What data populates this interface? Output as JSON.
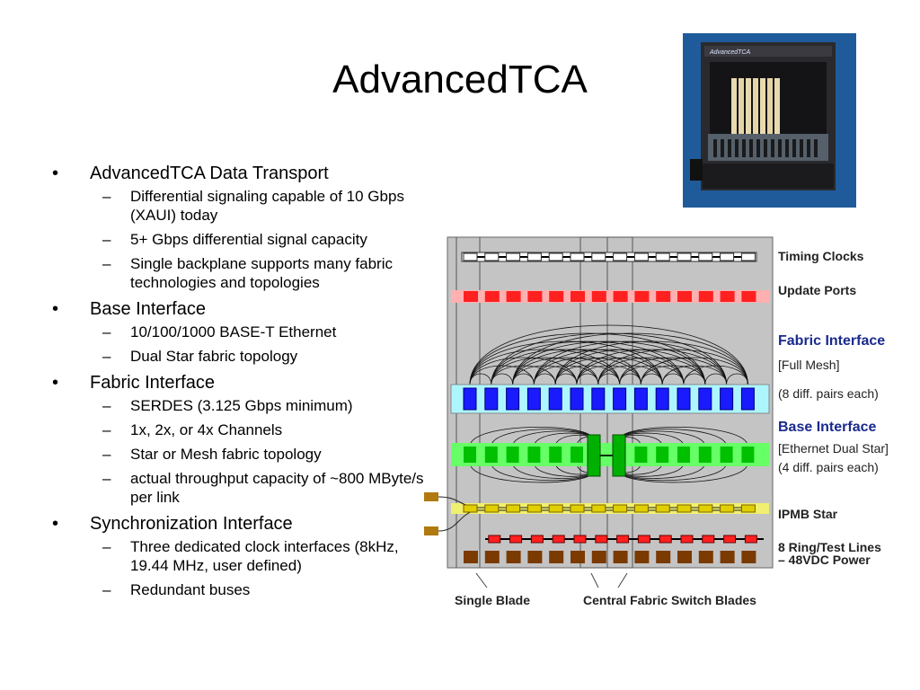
{
  "slide": {
    "title": "AdvancedTCA",
    "bullets": [
      {
        "text": "AdvancedTCA Data Transport",
        "subs": [
          "Differential signaling capable of 10 Gbps (XAUI) today",
          "5+ Gbps differential signal capacity",
          "Single backplane supports many fabric technologies and topologies"
        ]
      },
      {
        "text": "Base Interface",
        "subs": [
          "10/100/1000 BASE-T Ethernet",
          "Dual Star fabric topology"
        ]
      },
      {
        "text": "Fabric Interface",
        "subs": [
          "SERDES (3.125 Gbps minimum)",
          "1x, 2x, or 4x Channels",
          "Star or Mesh fabric topology",
          "actual throughput capacity of ~800 MByte/s per link"
        ]
      },
      {
        "text": "Synchronization Interface",
        "subs": [
          "Three dedicated clock interfaces (8kHz, 19.44 MHz, user defined)",
          "Redundant buses"
        ]
      }
    ]
  },
  "photo": {
    "logo_text": "AdvancedTCA"
  },
  "diagram": {
    "labels": {
      "timing": "Timing Clocks",
      "update": "Update Ports",
      "fabric": "Fabric Interface",
      "fabric_sub1": "[Full Mesh]",
      "fabric_sub2": "(8 diff. pairs each)",
      "base": "Base Interface",
      "base_sub1": "[Ethernet Dual Star]",
      "base_sub2": "(4 diff. pairs each)",
      "ipmb": "IPMB Star",
      "ring": "8 Ring/Test Lines",
      "power": "– 48VDC Power",
      "single_blade": "Single Blade",
      "central": "Central Fabric Switch Blades"
    },
    "colors": {
      "update": "#ff2020",
      "fabric": "#1a1aff",
      "fabric_bg": "#aef6ff",
      "base": "#00c000",
      "base_bg": "#66ff66",
      "ipmb": "#e0d000",
      "power": "#7a3a00",
      "panel": "#bdbdbd"
    }
  }
}
